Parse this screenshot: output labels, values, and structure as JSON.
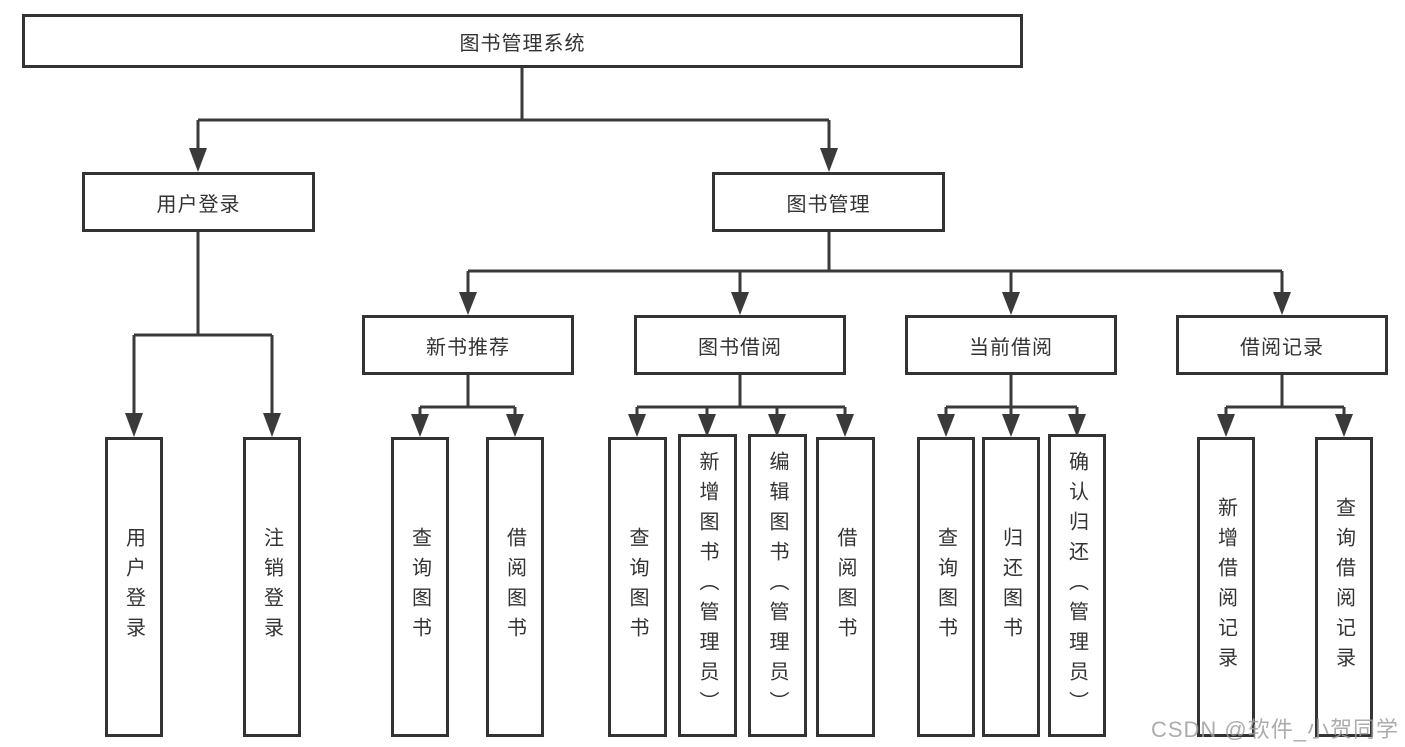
{
  "diagram": {
    "root": {
      "label": "图书管理系统"
    },
    "user_login": {
      "label": "用户登录",
      "children": [
        {
          "label": "用户登录"
        },
        {
          "label": "注销登录"
        }
      ]
    },
    "book_mgmt": {
      "label": "图书管理",
      "sections": [
        {
          "label": "新书推荐",
          "children": [
            {
              "label": "查询图书"
            },
            {
              "label": "借阅图书"
            }
          ]
        },
        {
          "label": "图书借阅",
          "children": [
            {
              "label": "查询图书"
            },
            {
              "label": "新增图书（管理员）"
            },
            {
              "label": "编辑图书（管理员）"
            },
            {
              "label": "借阅图书"
            }
          ]
        },
        {
          "label": "当前借阅",
          "children": [
            {
              "label": "查询图书"
            },
            {
              "label": "归还图书"
            },
            {
              "label": "确认归还（管理员）"
            }
          ]
        },
        {
          "label": "借阅记录",
          "children": [
            {
              "label": "新增借阅记录"
            },
            {
              "label": "查询借阅记录"
            }
          ]
        }
      ]
    }
  },
  "watermark": "CSDN @软件_小贺同学",
  "colors": {
    "line": "#3a3a3a",
    "box_border": "#333333",
    "text": "#333333",
    "watermark_text": "#9e9e9e",
    "background": "#ffffff"
  }
}
